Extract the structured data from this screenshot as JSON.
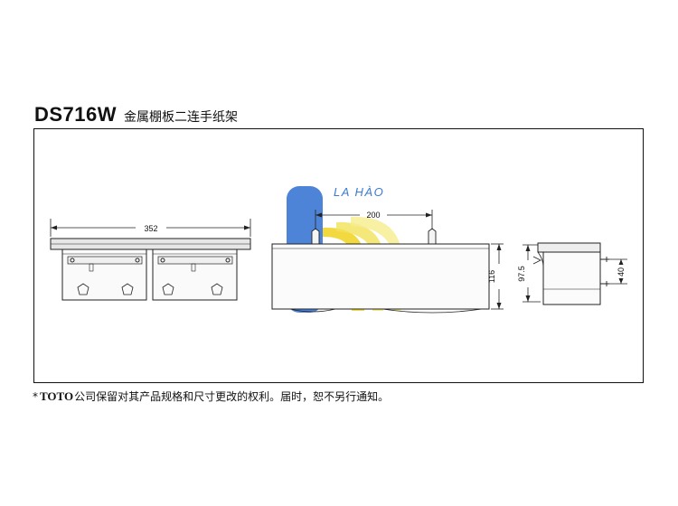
{
  "header": {
    "model": "DS716W",
    "product_name": "金属棚板二连手纸架"
  },
  "dimensions": {
    "front_width": "352",
    "bracket_spacing": "200",
    "side_height": "116",
    "side_depth": "97.5",
    "mount_height": "40"
  },
  "watermark": {
    "text": "LA HÀO"
  },
  "footnote": {
    "star": "*",
    "brand": "TOTO",
    "text": "公司保留对其产品规格和尺寸更改的权利。届时，恕不另行通知。"
  }
}
